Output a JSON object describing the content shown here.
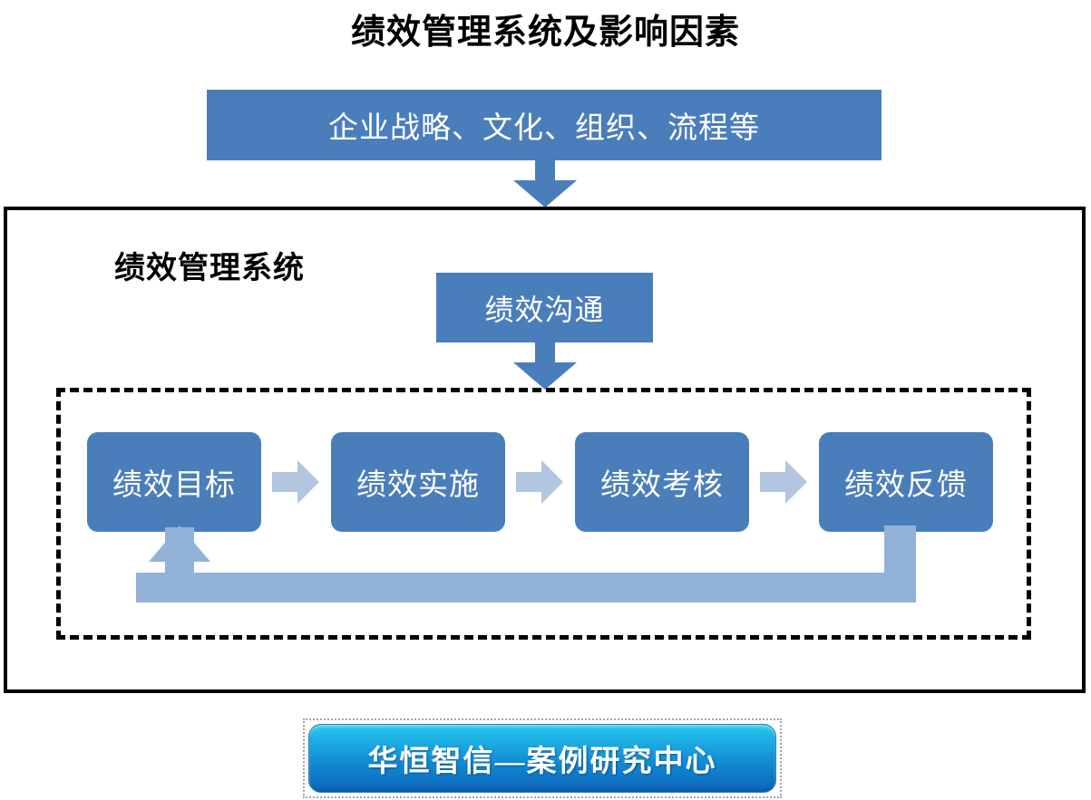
{
  "title": "绩效管理系统及影响因素",
  "external_factors": {
    "label": "企业战略、文化、组织、流程等",
    "arrow_icon": "arrow-down-icon"
  },
  "system": {
    "title": "绩效管理系统",
    "communication": {
      "label": "绩效沟通",
      "arrow_icon": "arrow-down-icon"
    },
    "cycle": {
      "steps": [
        {
          "label": "绩效目标"
        },
        {
          "label": "绩效实施"
        },
        {
          "label": "绩效考核"
        },
        {
          "label": "绩效反馈"
        }
      ],
      "step_arrow_icon": "arrow-right-icon",
      "feedback_loop_icon": "feedback-loop-arrow-icon"
    }
  },
  "footer": {
    "banner_label": "华恒智信—案例研究中心"
  },
  "colors": {
    "box_blue": "#4a7ebb",
    "arrow_light_blue": "#93b2d8",
    "step_arrow_blue": "#b3c6e0",
    "outline_black": "#000000",
    "banner_cyan": "#2fc6ee",
    "banner_blue": "#1166b6",
    "text_white": "#ffffff"
  }
}
